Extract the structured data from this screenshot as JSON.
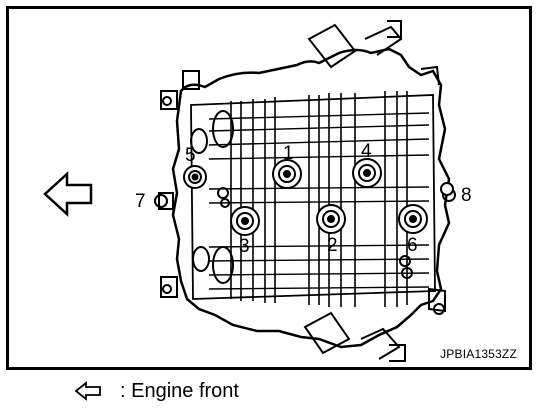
{
  "figure": {
    "code": "JPBIA1353ZZ",
    "bolt_labels": [
      "1",
      "2",
      "3",
      "4",
      "5",
      "6",
      "7",
      "8"
    ]
  },
  "legend": {
    "icon": "left-arrow-icon",
    "text": ": Engine front"
  }
}
